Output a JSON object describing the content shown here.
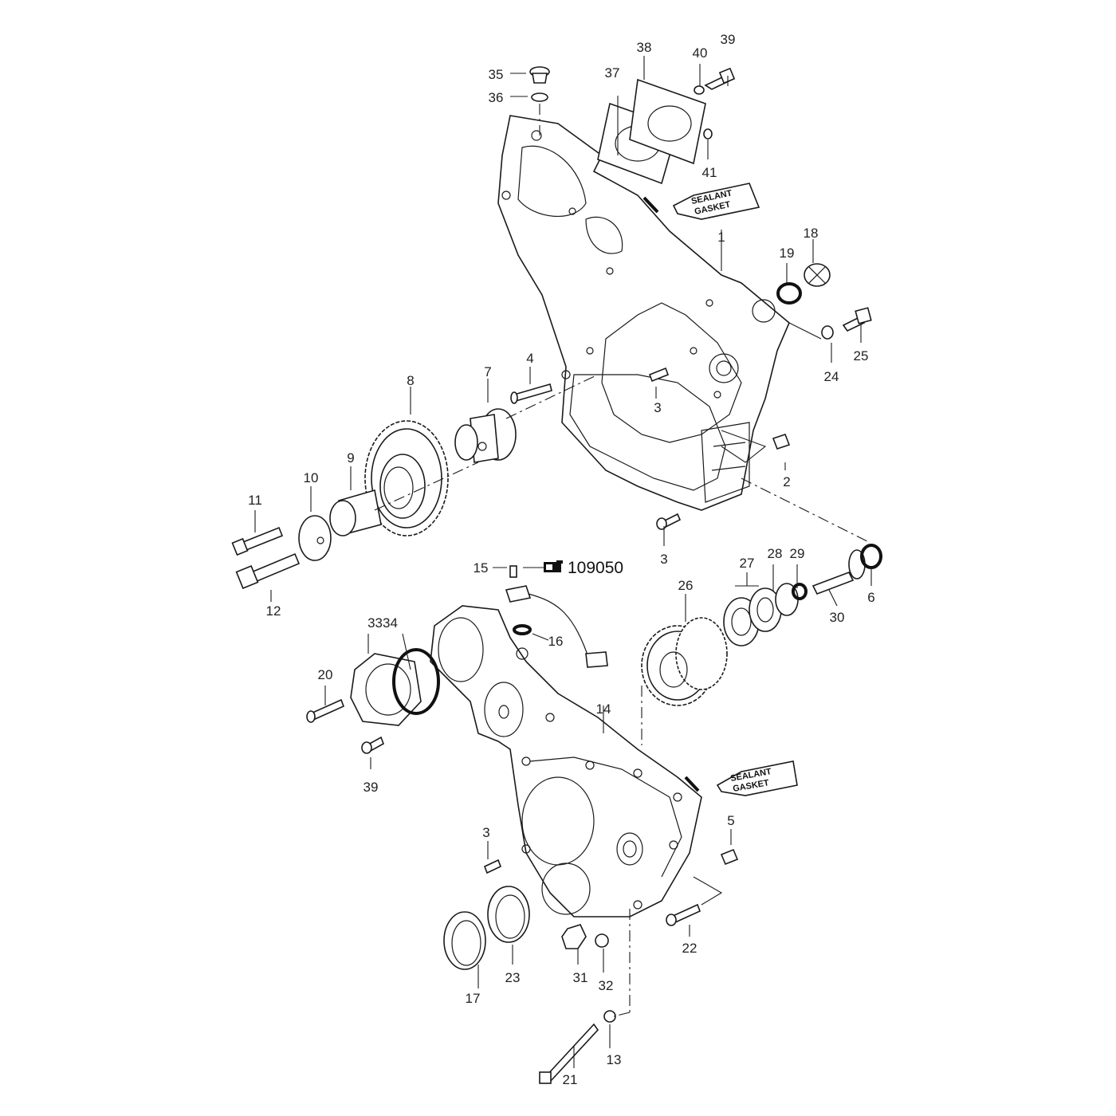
{
  "diagram": {
    "callouts": [
      "1",
      "2",
      "3",
      "3",
      "3",
      "4",
      "5",
      "6",
      "7",
      "8",
      "9",
      "10",
      "11",
      "12",
      "13",
      "14",
      "15",
      "16",
      "17",
      "18",
      "19",
      "20",
      "21",
      "22",
      "23",
      "24",
      "25",
      "26",
      "27",
      "28",
      "29",
      "30",
      "31",
      "32",
      "3334",
      "35",
      "36",
      "37",
      "38",
      "39",
      "39",
      "40",
      "41"
    ],
    "reference": {
      "text": "109050",
      "icon": "pointing-hand-icon"
    },
    "sealant_tube_upper": {
      "line1": "SEALANT",
      "line2": "GASKET"
    },
    "sealant_tube_lower": {
      "line1": "SEALANT",
      "line2": "GASKET"
    }
  }
}
